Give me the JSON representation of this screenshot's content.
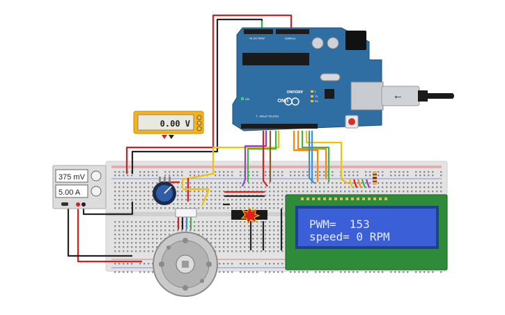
{
  "arduino": {
    "brand": "ARDUINO",
    "model": "UNO",
    "on_label": "ON",
    "tx_label": "TX",
    "rx_label": "RX",
    "l_label": "L",
    "analog_label": "ANALOG IN",
    "power_label": "POWER",
    "digital_label": "DIGITAL (PWM ~)",
    "color": "#2f6ea3"
  },
  "multimeter": {
    "reading": "0.00 V",
    "color": "#f5b21b"
  },
  "power_supply": {
    "voltage": "375 mV",
    "current": "5.00 A"
  },
  "lcd": {
    "line1": "PWM=  153",
    "line2": "speed= 0 RPM",
    "pcb_color": "#2e8b3a",
    "screen_color": "#3a5fd6",
    "text_color": "#e8eeff"
  },
  "colors": {
    "wire_red": "#d42020",
    "wire_black": "#222222",
    "wire_yellow": "#f2c200",
    "wire_green": "#3bb54a",
    "wire_purple": "#9b3cc2",
    "wire_orange": "#f08a14",
    "wire_blue": "#3f8fd6",
    "wire_brown": "#8b5a2b",
    "breadboard": "#e6e6e6"
  }
}
